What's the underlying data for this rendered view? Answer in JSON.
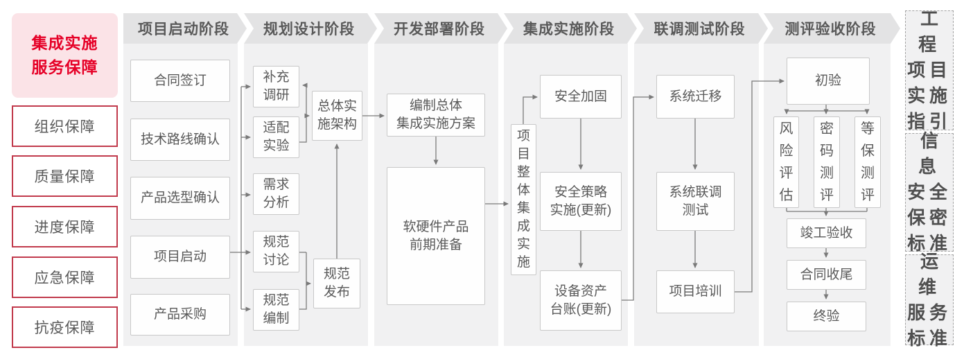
{
  "sidebar": {
    "title": "集成实施\n服务保障",
    "items": [
      "组织保障",
      "质量保障",
      "进度保障",
      "应急保障",
      "抗疫保障"
    ]
  },
  "phases": [
    {
      "label": "项目启动阶段",
      "boxes": [
        "合同签订",
        "技术路线确认",
        "产品选型确认",
        "项目启动",
        "产品采购"
      ]
    },
    {
      "label": "规划设计阶段",
      "boxes": [
        "补充\n调研",
        "适配\n实验",
        "需求\n分析",
        "规范\n讨论",
        "规范\n编制",
        "总体实\n施架构",
        "规范\n发布"
      ]
    },
    {
      "label": "开发部署阶段",
      "boxes": [
        "编制总体\n集成实施方案",
        "软硬件产品\n前期准备"
      ]
    },
    {
      "label": "集成实施阶段",
      "boxes": [
        "项目整体集成实施",
        "安全加固",
        "安全策略\n实施(更新)",
        "设备资产\n台账(更新)"
      ]
    },
    {
      "label": "联调测试阶段",
      "boxes": [
        "系统迁移",
        "系统联调\n测试",
        "项目培训"
      ]
    },
    {
      "label": "测评验收阶段",
      "boxes": [
        "初验",
        "风险评估",
        "密码测评",
        "等保测评",
        "竣工验收",
        "合同收尾",
        "终验"
      ]
    }
  ],
  "standards": [
    "工程\n项目\n实施\n指引",
    "信息\n安全\n保密\n标准",
    "运维\n服务\n标准"
  ],
  "colors": {
    "accent_red": "#e60027",
    "sidebar_border_red": "#c13a4c",
    "sidebar_pink_bg": "#fbe3e7",
    "header_bg": "#e3e3e4",
    "panel_bg": "#f1f1f2",
    "box_border": "#c8c8c8",
    "text_gray": "#595959",
    "line_gray": "#7a7a7a"
  }
}
